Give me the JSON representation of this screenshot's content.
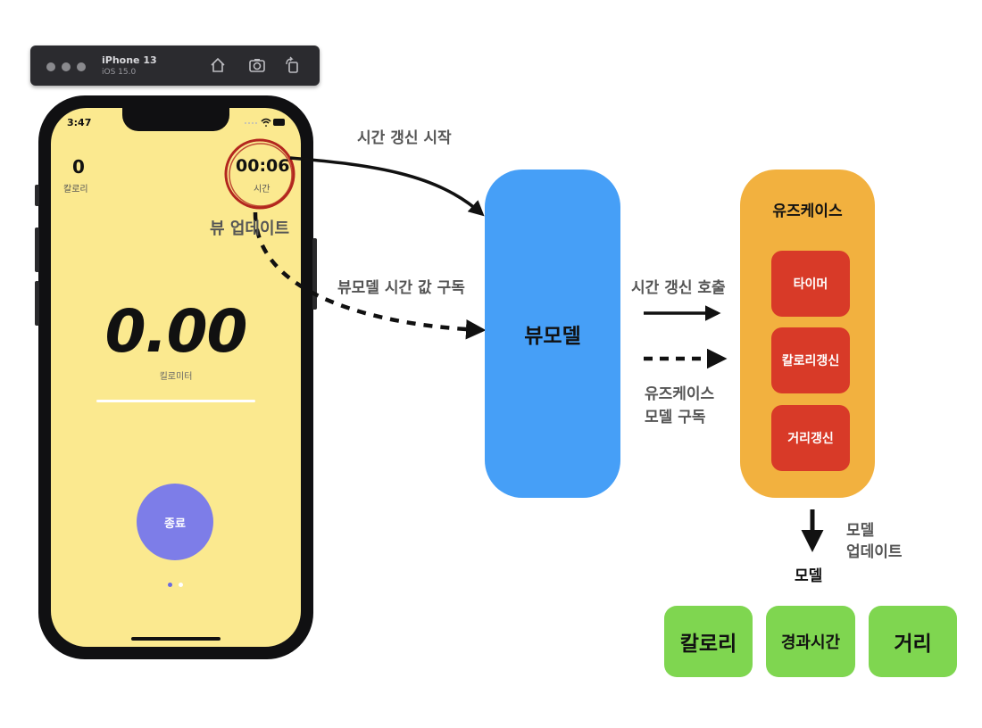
{
  "simulator": {
    "device_name": "iPhone 13",
    "os_version": "iOS 15.0"
  },
  "phone": {
    "status_time": "3:47",
    "calorie_value": "0",
    "calorie_label": "칼로리",
    "time_value": "00:06",
    "time_label": "시간",
    "distance_value": "0.00",
    "distance_label": "킬로미터",
    "stop_button": "종료"
  },
  "diagram": {
    "label_time_update_start": "시간 갱신 시작",
    "label_view_update": "뷰 업데이트",
    "label_subscribe_viewmodel": "뷰모델 시간 값 구독",
    "label_call_time_update": "시간 갱신 호출",
    "label_subscribe_usecase_line1": "유즈케이스",
    "label_subscribe_usecase_line2": "모델 구독",
    "viewmodel": "뷰모델",
    "usecase": {
      "title": "유즈케이스",
      "items": [
        "타이머",
        "칼로리갱신",
        "거리갱신"
      ]
    },
    "label_model_update_line1": "모델",
    "label_model_update_line2": "업데이트",
    "model_title": "모델",
    "models": [
      "칼로리",
      "경과시간",
      "거리"
    ]
  },
  "colors": {
    "viewmodel": "#469ff7",
    "usecase": "#f2b13f",
    "usecase_item": "#d83a28",
    "model": "#7fd650",
    "phone_screen": "#fbe98f",
    "stop_button": "#7d7de8",
    "highlight_circle": "#b3261e"
  }
}
